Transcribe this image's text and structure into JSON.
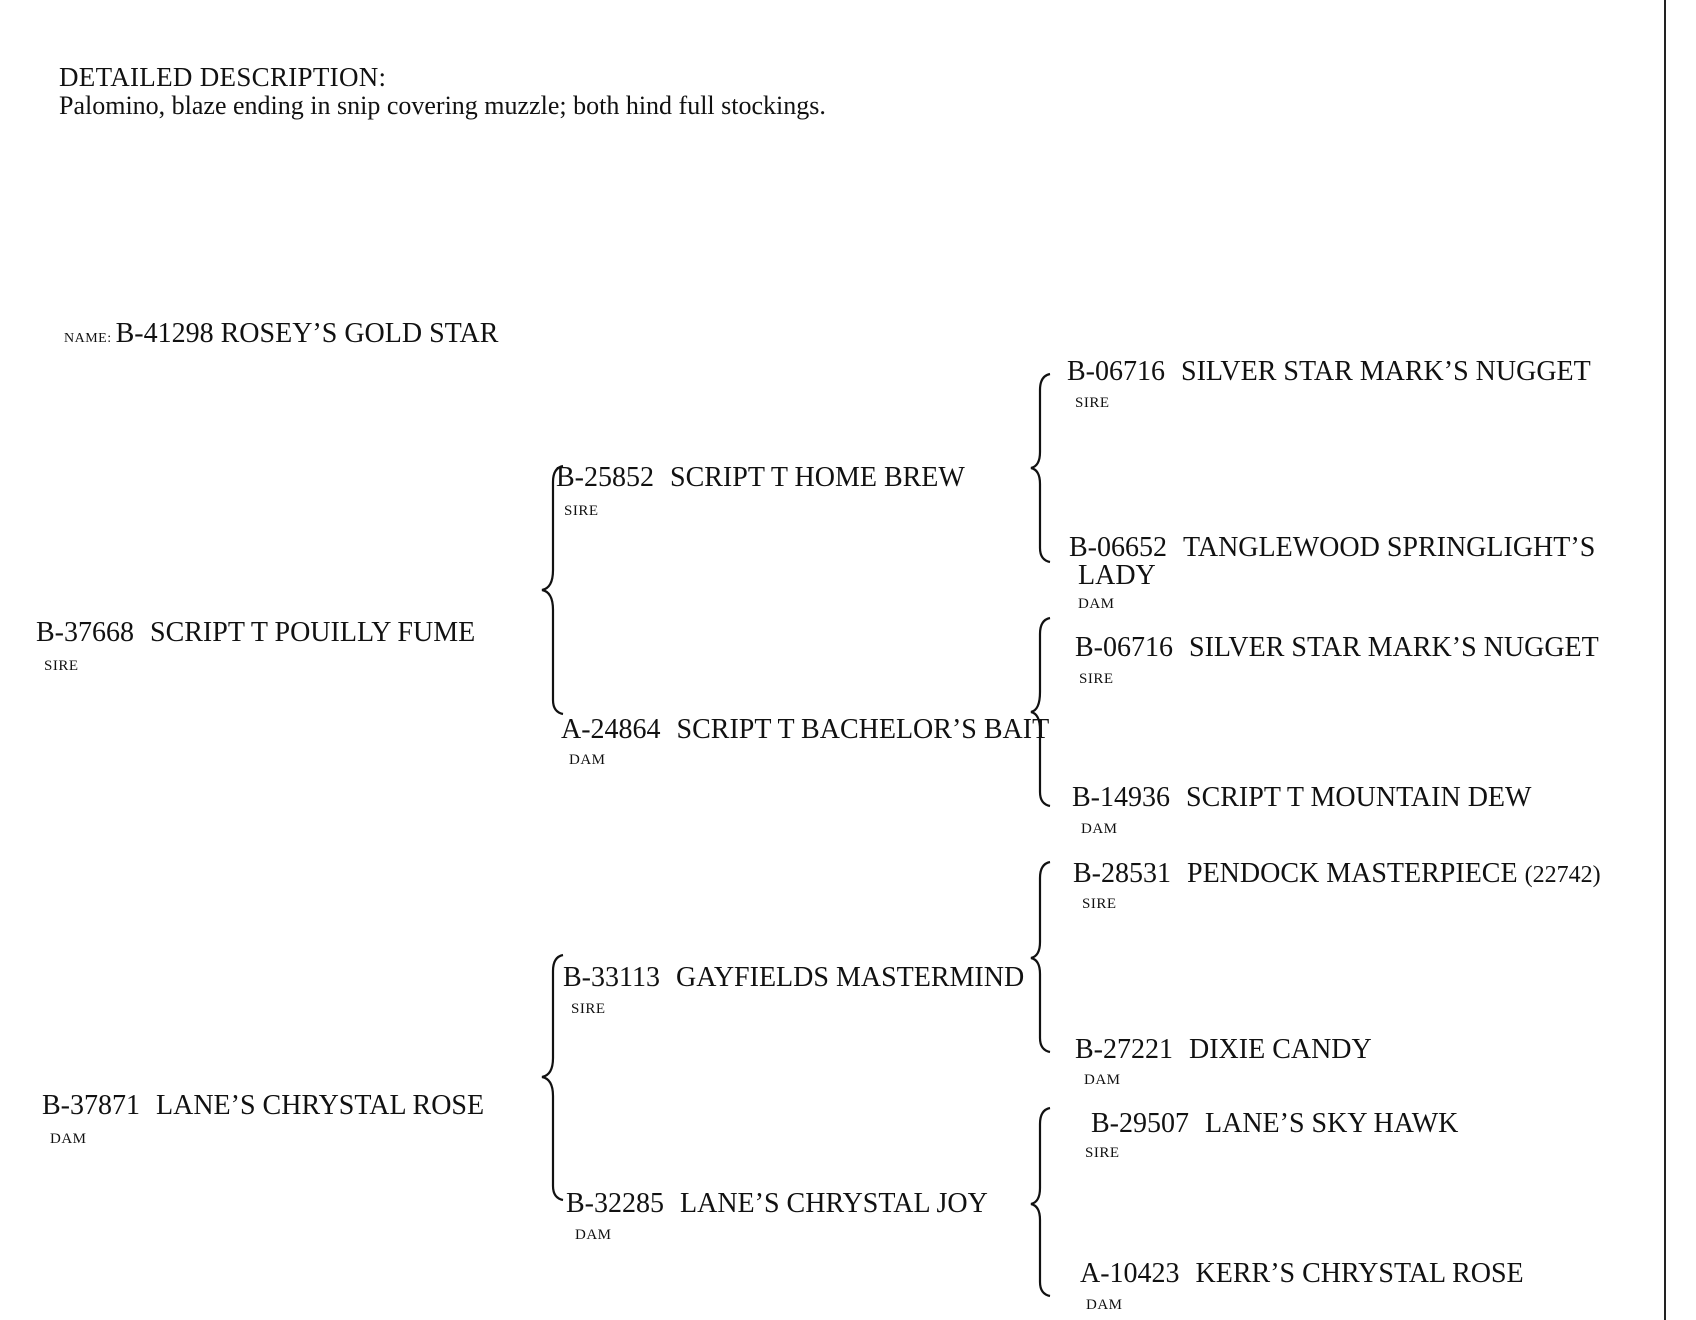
{
  "description": {
    "heading": "DETAILED DESCRIPTION:",
    "text": "Palomino, blaze ending in snip covering muzzle; both hind full stockings."
  },
  "horse": {
    "name_label": "NAME:",
    "name": "B-41298 ROSEY’S GOLD STAR"
  },
  "pedigree": {
    "sire": {
      "reg": "B-37668",
      "name": "SCRIPT T POUILLY FUME",
      "role": "SIRE",
      "sire": {
        "reg": "B-25852",
        "name": "SCRIPT T HOME BREW",
        "role": "SIRE",
        "sire": {
          "reg": "B-06716",
          "name": "SILVER STAR MARK’S NUGGET",
          "role": "SIRE"
        },
        "dam": {
          "reg": "B-06652",
          "name": "TANGLEWOOD SPRINGLIGHT’S",
          "name_cont": "LADY",
          "role": "DAM"
        }
      },
      "dam": {
        "reg": "A-24864",
        "name": "SCRIPT T BACHELOR’S BAIT",
        "role": "DAM",
        "sire": {
          "reg": "B-06716",
          "name": "SILVER STAR MARK’S NUGGET",
          "role": "SIRE"
        },
        "dam": {
          "reg": "B-14936",
          "name": "SCRIPT T MOUNTAIN DEW",
          "role": "DAM"
        }
      }
    },
    "dam": {
      "reg": "B-37871",
      "name": "LANE’S CHRYSTAL ROSE",
      "role": "DAM",
      "sire": {
        "reg": "B-33113",
        "name": "GAYFIELDS MASTERMIND",
        "role": "SIRE",
        "sire": {
          "reg": "B-28531",
          "name": "PENDOCK MASTERPIECE",
          "extra": "(22742)",
          "role": "SIRE"
        },
        "dam": {
          "reg": "B-27221",
          "name": "DIXIE CANDY",
          "role": "DAM"
        }
      },
      "dam": {
        "reg": "B-32285",
        "name": "LANE’S CHRYSTAL JOY",
        "role": "DAM",
        "sire": {
          "reg": "B-29507",
          "name": "LANE’S SKY HAWK",
          "role": "SIRE"
        },
        "dam": {
          "reg": "A-10423",
          "name": "KERR’S CHRYSTAL ROSE",
          "role": "DAM"
        }
      }
    }
  }
}
